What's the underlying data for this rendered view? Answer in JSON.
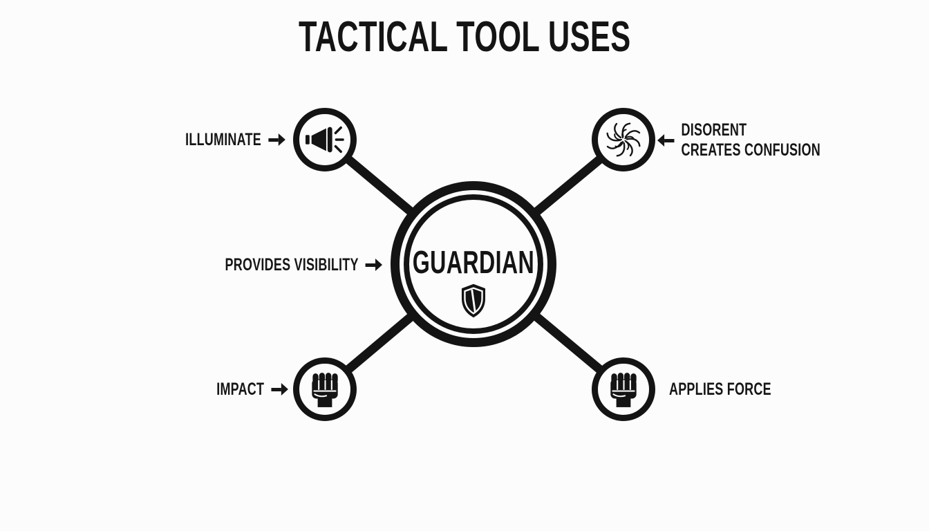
{
  "title": "TACTICAL TOOL USES",
  "hub": {
    "label": "GUARDIAN",
    "icon": "shield-icon",
    "annotation": {
      "label": "PROVIDES VISIBILITY",
      "arrow": "right"
    }
  },
  "spokes": [
    {
      "name": "illuminate",
      "label": "ILLUMINATE",
      "arrow": "right",
      "icon": "flashlight-icon",
      "position": "top-left"
    },
    {
      "name": "disorient",
      "label": "DISORENT",
      "sublabel": "CREATES CONFUSION",
      "arrow": "left",
      "icon": "swirl-icon",
      "position": "top-right"
    },
    {
      "name": "impact",
      "label": "IMPACT",
      "arrow": "right",
      "icon": "fist-icon",
      "position": "bottom-left"
    },
    {
      "name": "applies-force",
      "label": "APPLIES FORCE",
      "arrow": "none",
      "icon": "fist-icon",
      "position": "bottom-right"
    }
  ],
  "colors": {
    "ink": "#141414",
    "background": "#fcfcfc"
  }
}
